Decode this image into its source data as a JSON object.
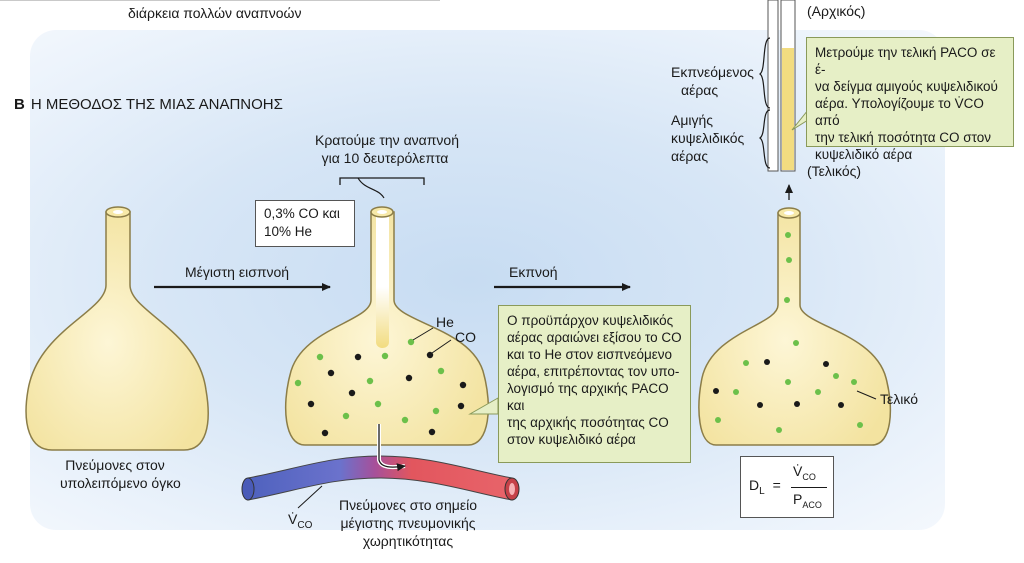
{
  "header_fragment": "διάρκεια πολλών αναπνοών",
  "section": {
    "letter": "B",
    "title": "Η ΜΕΘΟΔΟΣ ΤΗΣ ΜΙΑΣ ΑΝΑΠΝΟΗΣ"
  },
  "hold_note": {
    "line1": "Κρατούμε την αναπνοή",
    "line2": "για 10 δευτερόλεπτα"
  },
  "gas_mix": {
    "line1": "0,3% CO και",
    "line2": "10% He"
  },
  "arrows": {
    "inhale": "Μέγιστη εισπνοή",
    "exhale": "Εκπνοή"
  },
  "lung_labels": {
    "residual_line1": "Πνεύμονες στον",
    "residual_line2": "υπολειπόμενο όγκο",
    "tlc_line1": "Πνεύμονες στο σημείο",
    "tlc_line2": "μέγιστης πνευμονικής",
    "tlc_line3": "χωρητικότητας",
    "final": "Τελικό"
  },
  "gas_labels": {
    "he": "He",
    "co": "CO",
    "vco": "V̇",
    "vco_sub": "CO"
  },
  "dilution_box": [
    "Ο προϋπάρχον κυψελιδικός",
    "αέρας αραιώνει εξίσου το CO",
    "και το He στον εισπνεόμενο",
    "αέρα, επιτρέποντας τον υπο-",
    "λογισμό της αρχικής PACO και",
    "της αρχικής ποσότητας CO",
    "στον κυψελιδικό αέρα"
  ],
  "measure_box": [
    "Μετρούμε την τελική PACO σε έ-",
    "να δείγμα αμιγούς κυψελιδικού",
    "αέρα. Υπολογίζουμε το V̇CO από",
    "την τελική ποσότητα CO στον",
    "κυψελιδικό αέρα"
  ],
  "sample_labels": {
    "initial": "(Αρχικός)",
    "final": "(Τελικός)",
    "exhaled_line1": "Εκπνεόμενος",
    "exhaled_line2": "αέρας",
    "alveolar_line1": "Αμιγής",
    "alveolar_line2": "κυψελιδικός",
    "alveolar_line3": "αέρας"
  },
  "formula": {
    "lhs": "D",
    "lhs_sub": "L",
    "equals": "=",
    "num": "V̇",
    "num_sub": "CO",
    "den": "P",
    "den_sub": "ACO"
  },
  "colors": {
    "lung_fill": "#f7e9a8",
    "lung_stroke": "#8b7d48",
    "box_fill": "#e6efc6",
    "he_dot": "#6cc04a",
    "co_dot": "#1a1a1a",
    "vessel_blue": "#5e6fc4",
    "vessel_red": "#e0585f"
  }
}
